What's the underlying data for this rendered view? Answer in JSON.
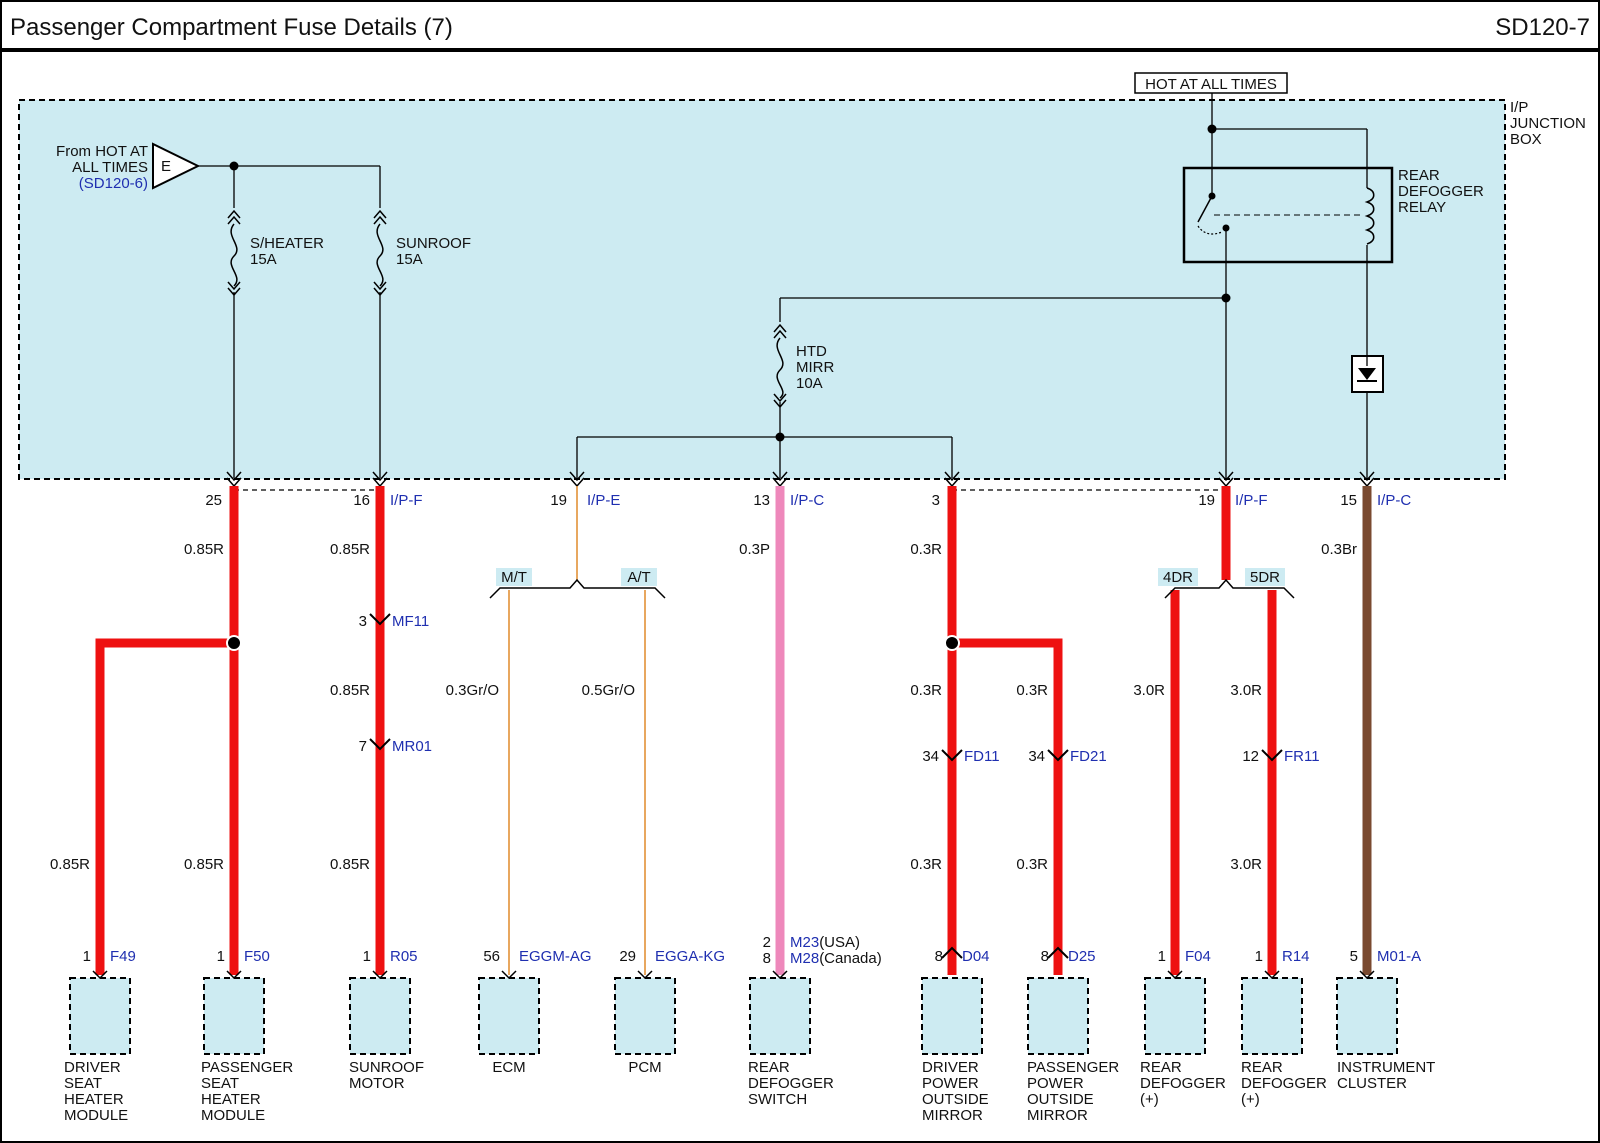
{
  "header": {
    "title": "Passenger Compartment Fuse Details (7)",
    "code": "SD120-7"
  },
  "junction_box": {
    "label": [
      "I/P",
      "JUNCTION",
      "BOX"
    ],
    "hot_label": "HOT AT ALL TIMES",
    "source_lines": [
      "From HOT AT",
      "ALL TIMES"
    ],
    "source_ref": "(SD120-6)",
    "source_letter": "E",
    "relay_label": [
      "REAR",
      "DEFOGGER",
      "RELAY"
    ]
  },
  "fuses": {
    "sheater": [
      "S/HEATER",
      "15A"
    ],
    "sunroof": [
      "SUNROOF",
      "15A"
    ],
    "htd": [
      "HTD",
      "MIRR",
      "10A"
    ]
  },
  "pins": {
    "p25": "25",
    "p16": "16",
    "p16c": "I/P-F",
    "p19a": "19",
    "p19ac": "I/P-E",
    "p13": "13",
    "p13c": "I/P-C",
    "p3": "3",
    "p19b": "19",
    "p19bc": "I/P-F",
    "p15": "15",
    "p15c": "I/P-C"
  },
  "options": {
    "mt": "M/T",
    "at": "A/T",
    "dr4": "4DR",
    "dr5": "5DR"
  },
  "wires": {
    "w_085r": "0.85R",
    "w_03p": "0.3P",
    "w_03r": "0.3R",
    "w_03br": "0.3Br",
    "w_03gro": "0.3Gr/O",
    "w_05gro": "0.5Gr/O",
    "w_30r": "3.0R"
  },
  "inline": {
    "mf11_pin": "3",
    "mf11": "MF11",
    "mr01_pin": "7",
    "mr01": "MR01",
    "fd11_pin": "34",
    "fd11": "FD11",
    "fd21_pin": "34",
    "fd21": "FD21",
    "fr11_pin": "12",
    "fr11": "FR11"
  },
  "components": [
    {
      "pin": "1",
      "conn": "F49",
      "name": [
        "DRIVER",
        "SEAT",
        "HEATER",
        "MODULE"
      ]
    },
    {
      "pin": "1",
      "conn": "F50",
      "name": [
        "PASSENGER",
        "SEAT",
        "HEATER",
        "MODULE"
      ]
    },
    {
      "pin": "1",
      "conn": "R05",
      "name": [
        "SUNROOF",
        "MOTOR"
      ]
    },
    {
      "pin": "56",
      "conn": "EGGM-AG",
      "name": [
        "ECM"
      ]
    },
    {
      "pin": "29",
      "conn": "EGGA-KG",
      "name": [
        "PCM"
      ]
    },
    {
      "pin": "2",
      "conn": "M23",
      "conn_note": "(USA)",
      "pin2": "8",
      "conn2": "M28",
      "conn2_note": "(Canada)",
      "name": [
        "REAR",
        "DEFOGGER",
        "SWITCH"
      ]
    },
    {
      "pin": "8",
      "conn": "D04",
      "name": [
        "DRIVER",
        "POWER",
        "OUTSIDE",
        "MIRROR"
      ]
    },
    {
      "pin": "8",
      "conn": "D25",
      "name": [
        "PASSENGER",
        "POWER",
        "OUTSIDE",
        "MIRROR"
      ]
    },
    {
      "pin": "1",
      "conn": "F04",
      "name": [
        "REAR",
        "DEFOGGER",
        "(+)"
      ]
    },
    {
      "pin": "1",
      "conn": "R14",
      "name": [
        "REAR",
        "DEFOGGER",
        "(+)"
      ]
    },
    {
      "pin": "5",
      "conn": "M01-A",
      "name": [
        "INSTRUMENT",
        "CLUSTER"
      ]
    }
  ],
  "colors": {
    "red": "#ee1111",
    "pink": "#ee88bb",
    "brown": "#7a4a30",
    "gro": "#c49a6c",
    "box": "#cdebf2"
  }
}
